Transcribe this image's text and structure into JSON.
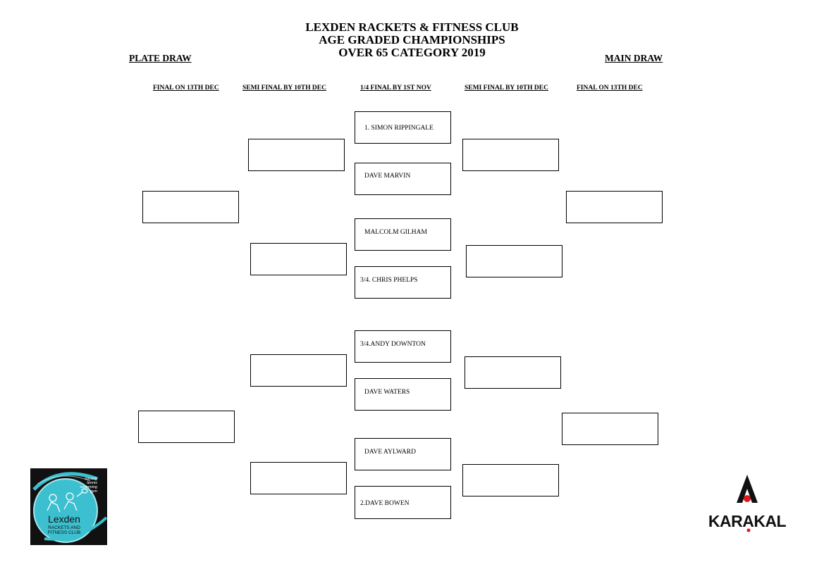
{
  "header": {
    "line1": "LEXDEN RACKETS & FITNESS CLUB",
    "line2": "AGE GRADED CHAMPIONSHIPS",
    "line3": "OVER 65 CATEGORY 2019",
    "plate_label": "PLATE DRAW",
    "main_label": "MAIN DRAW"
  },
  "columns": {
    "plate_final": "FINAL ON 13TH DEC",
    "plate_semi": "SEMI FINAL BY 10TH DEC",
    "quarter": "1/4 FINAL BY 1ST NOV",
    "main_semi": "SEMI FINAL BY 10TH DEC",
    "main_final": "FINAL ON 13TH DEC"
  },
  "players": [
    "1. SIMON RIPPINGALE",
    "DAVE MARVIN",
    "MALCOLM GILHAM",
    "3/4. CHRIS PHELPS",
    "3/4.ANDY DOWNTON",
    "DAVE WATERS",
    "DAVE AYLWARD",
    "2.DAVE BOWEN"
  ],
  "logos": {
    "club": {
      "icon": "lexden-club-logo",
      "text_name": "Lexden",
      "text_sub1": "RACKETS AND",
      "text_sub2": "FITNESS CLUB",
      "tagline": [
        "squash",
        "tennis",
        "swimming",
        "gym"
      ],
      "colors": {
        "bg": "#111111",
        "accent": "#3cc0cf"
      }
    },
    "sponsor": {
      "icon": "karakal-logo",
      "text": "KARAKAL",
      "colors": {
        "accent": "#e0191e",
        "text": "#111111"
      }
    }
  }
}
